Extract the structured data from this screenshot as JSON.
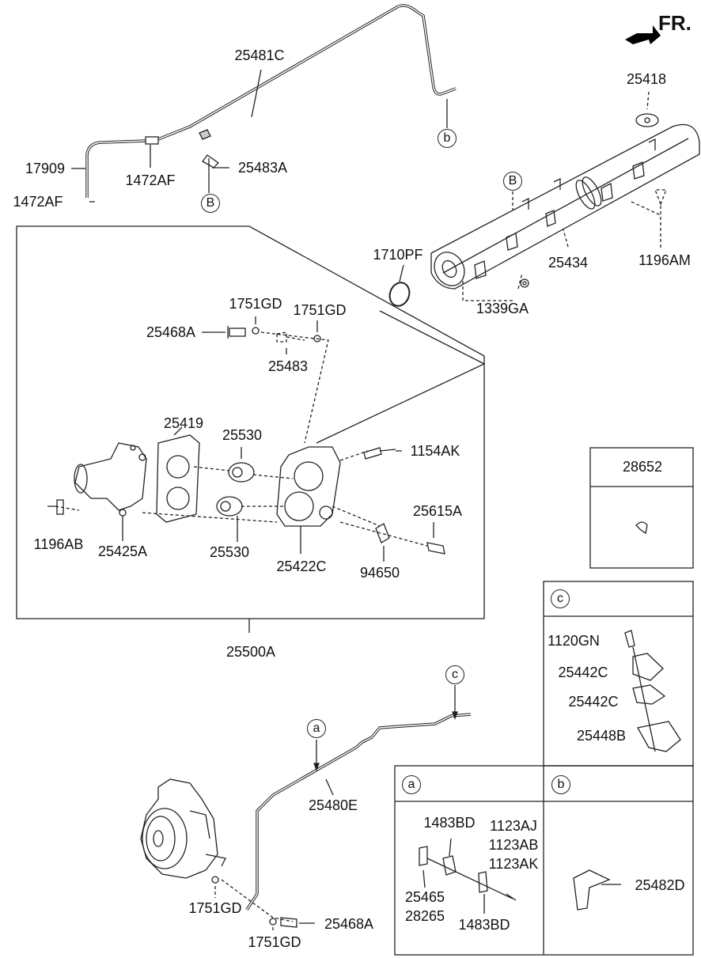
{
  "direction_label": "FR.",
  "callouts": {
    "B_top": "B",
    "b_top": "b",
    "B_rail": "B",
    "c_pipe": "c",
    "a_pipe": "a",
    "c_box": "c",
    "a_box": "a",
    "b_box": "b"
  },
  "labels": {
    "p25481C": "25481C",
    "p17909": "17909",
    "p1472AF_a": "1472AF",
    "p1472AF_b": "1472AF",
    "p25483A": "25483A",
    "p25418": "25418",
    "p1710PF": "1710PF",
    "p25434": "25434",
    "p1196AM": "1196AM",
    "p1339GA": "1339GA",
    "p1751GD_a": "1751GD",
    "p1751GD_b": "1751GD",
    "p25468A_a": "25468A",
    "p25483": "25483",
    "p25419": "25419",
    "p25530_a": "25530",
    "p1154AK": "1154AK",
    "p25615A": "25615A",
    "p1196AB": "1196AB",
    "p25425A": "25425A",
    "p25530_b": "25530",
    "p25422C": "25422C",
    "p94650": "94650",
    "p25500A": "25500A",
    "p28652": "28652",
    "p1120GN": "1120GN",
    "p25442C_a": "25442C",
    "p25442C_b": "25442C",
    "p25448B": "25448B",
    "p25480E": "25480E",
    "p1483BD_a": "1483BD",
    "p1123AJ": "1123AJ",
    "p1123AB": "1123AB",
    "p1123AK": "1123AK",
    "p25465": "25465",
    "p28265": "28265",
    "p1483BD_b": "1483BD",
    "p25482D": "25482D",
    "p1751GD_c": "1751GD",
    "p1751GD_d": "1751GD",
    "p25468A_b": "25468A"
  }
}
